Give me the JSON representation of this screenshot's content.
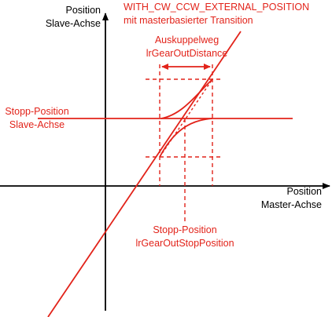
{
  "colors": {
    "accent": "#e2231a",
    "axis": "#000000",
    "background": "#ffffff"
  },
  "y_axis": {
    "label_line1": "Position",
    "label_line2": "Slave-Achse"
  },
  "x_axis": {
    "label_line1": "Position",
    "label_line2": "Master-Achse"
  },
  "title": {
    "line1": "WITH_CW_CCW_EXTERNAL_POSITION",
    "line2": "mit masterbasierter Transition"
  },
  "gear_out_distance": {
    "line1": "Auskuppelweg",
    "line2": "lrGearOutDistance"
  },
  "slave_stop": {
    "line1": "Stopp-Position",
    "line2": "Slave-Achse"
  },
  "master_stop": {
    "line1": "Stopp-Position",
    "line2": "lrGearOutStopPosition"
  }
}
